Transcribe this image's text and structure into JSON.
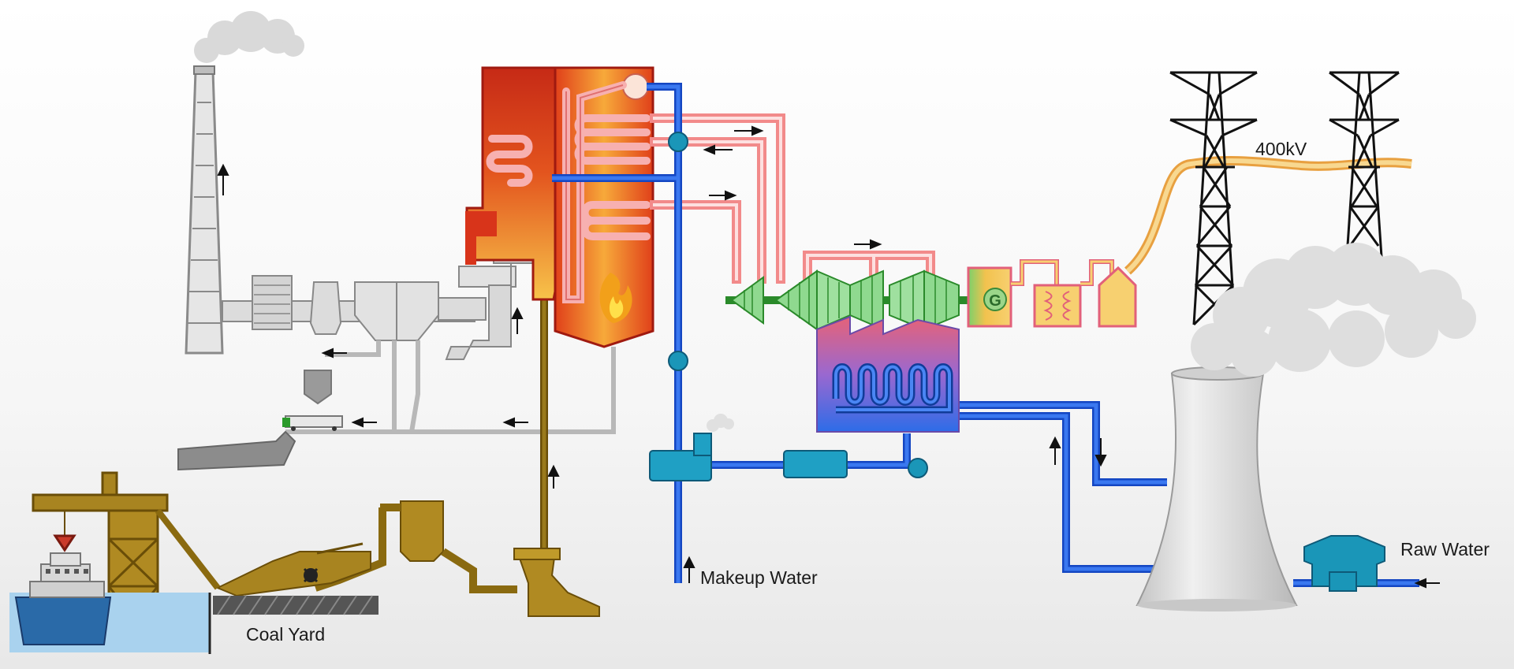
{
  "diagram": {
    "labels": {
      "voltage": "400kV",
      "makeup_water": "Makeup Water",
      "coal_yard": "Coal Yard",
      "raw_water": "Raw Water"
    },
    "generator_symbol": "G",
    "colors": {
      "background": "#ffffff",
      "boiler_dark": "#c8281a",
      "boiler_light": "#f6c24a",
      "steam_pipe": "#f07a78",
      "water_pipe": "#1d54d6",
      "turbine": "#3fbf3f",
      "generator": "#f5c04a",
      "power_line": "#f5c86a",
      "coal_handling": "#8a6a10",
      "ash_gray": "#9a9a9a",
      "condenser_top": "#e06080",
      "condenser_bottom": "#2f6ee6",
      "pump_teal": "#1a96b8",
      "tower_gray": "#d8d8d8",
      "ship_hull": "#2a6aa8"
    },
    "icons": [
      "chimney",
      "flame-icon",
      "transmission-tower",
      "cooling-tower",
      "crane",
      "ship",
      "train-wagon",
      "pump",
      "steam-cloud",
      "flow-arrow"
    ]
  }
}
